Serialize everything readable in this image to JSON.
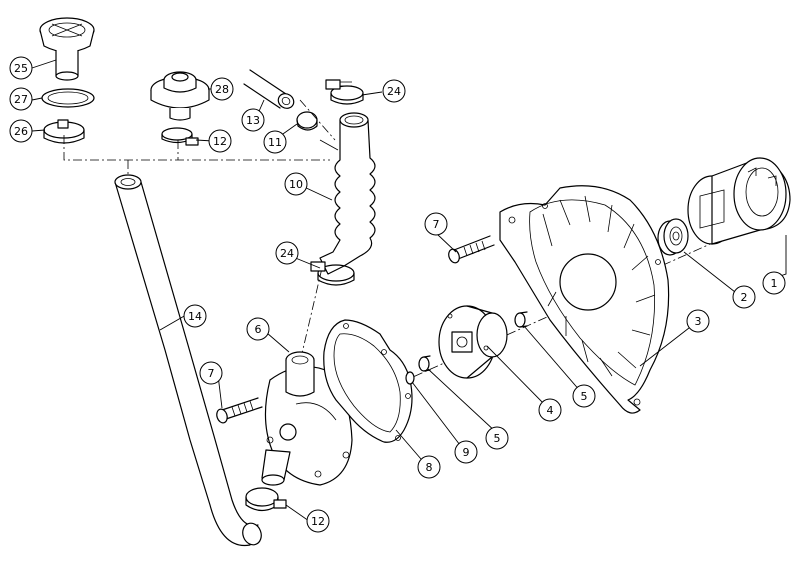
{
  "callouts": [
    {
      "id": "c1",
      "label": "1"
    },
    {
      "id": "c2",
      "label": "2"
    },
    {
      "id": "c3",
      "label": "3"
    },
    {
      "id": "c4",
      "label": "4"
    },
    {
      "id": "c5a",
      "label": "5"
    },
    {
      "id": "c5b",
      "label": "5"
    },
    {
      "id": "c6",
      "label": "6"
    },
    {
      "id": "c7a",
      "label": "7"
    },
    {
      "id": "c7b",
      "label": "7"
    },
    {
      "id": "c8",
      "label": "8"
    },
    {
      "id": "c9",
      "label": "9"
    },
    {
      "id": "c10",
      "label": "10"
    },
    {
      "id": "c11",
      "label": "11"
    },
    {
      "id": "c12a",
      "label": "12"
    },
    {
      "id": "c12b",
      "label": "12"
    },
    {
      "id": "c13",
      "label": "13"
    },
    {
      "id": "c14",
      "label": "14"
    },
    {
      "id": "c24a",
      "label": "24"
    },
    {
      "id": "c24b",
      "label": "24"
    },
    {
      "id": "c25",
      "label": "25"
    },
    {
      "id": "c26",
      "label": "26"
    },
    {
      "id": "c27",
      "label": "27"
    },
    {
      "id": "c28",
      "label": "28"
    }
  ]
}
